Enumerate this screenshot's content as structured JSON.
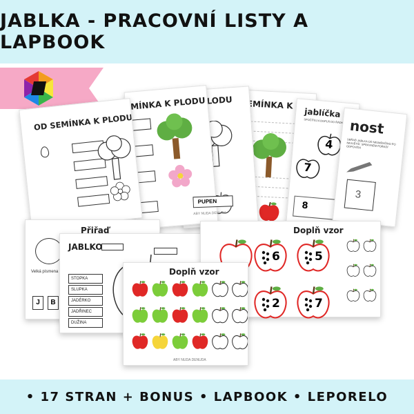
{
  "header": {
    "title": "JABLKA - PRACOVNÍ LISTY A LAPBOOK"
  },
  "footer": {
    "text": "• 17 STRAN + BONUS • LAPBOOK • LEPORELO"
  },
  "sheets": {
    "seed1": "OD SEMÍNKA K PLODU",
    "seed2": "SEMÍNKA K PLODU",
    "seed3": "K PLODU",
    "seed4": "SEMÍNKA K PLODU",
    "count_title": "jablíčka",
    "count_sub": "SPOČÍTEJ A DOPLŇ DO ŘÁDKU",
    "count_nums": [
      "4",
      "7",
      "8"
    ],
    "order_title": "nost",
    "order_sub": "SEŘAĎ JABLKA OD NEJMENŠÍHO PO NEJVĚTŠÍ. SPRÁVNÉM POŘADÍ ODPOVÍDÁ",
    "order_num": "3",
    "pupen": "PUPEN",
    "brand": "ABY NUDA DENUDA",
    "prirad_title": "Přiřaď",
    "prirad_note": "Velká písmena",
    "prirad_letters": [
      "J",
      "B"
    ],
    "jablko_title": "JABLKO",
    "jablko_words": [
      "STOPKA",
      "SLUPKA",
      "JADÉRKO",
      "JADŘINEC",
      "DUŽINA"
    ],
    "vzor_title": "Doplň vzor",
    "vzor_nums": [
      "6",
      "5",
      "2",
      "7"
    ],
    "vzor2_title": "Doplň vzor"
  },
  "colors": {
    "band": "#d3f3f8",
    "ribbon": "#f6a9c6",
    "red": "#e02826",
    "green": "#7ccd3a",
    "yellow": "#f5d53a"
  },
  "icons": [
    "hexagon-logo",
    "apple-icon",
    "tree-icon",
    "flower-icon",
    "pencil-icon"
  ]
}
